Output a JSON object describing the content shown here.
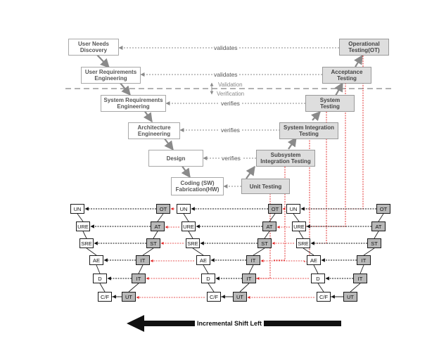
{
  "top": {
    "user_needs": "User Needs\nDiscovery",
    "user_req": "User Requirements\nEngineering",
    "sys_req": "System Requirements\nEngineering",
    "arch": "Architecture\nEngineering",
    "design": "Design",
    "coding": "Coding (SW)\nFabrication(HW)",
    "operational": "Operational\nTesting(OT)",
    "acceptance": "Acceptance\nTesting",
    "system_testing": "System\nTesting",
    "sys_integration": "System Integration\nTesting",
    "subsystem": "Subsystem\nIntegration Testing",
    "unit_testing": "Unit Testing"
  },
  "links": {
    "validates": "validates",
    "verifies": "verifies",
    "validation": "Validation",
    "verification": "Verification"
  },
  "small_left": [
    "UN",
    "URE",
    "SRE",
    "AE",
    "D",
    "C/F"
  ],
  "small_right": [
    "OT",
    "AT",
    "ST",
    "IT",
    "IT",
    "UT"
  ],
  "shift_label": "Incremental Shift Left"
}
